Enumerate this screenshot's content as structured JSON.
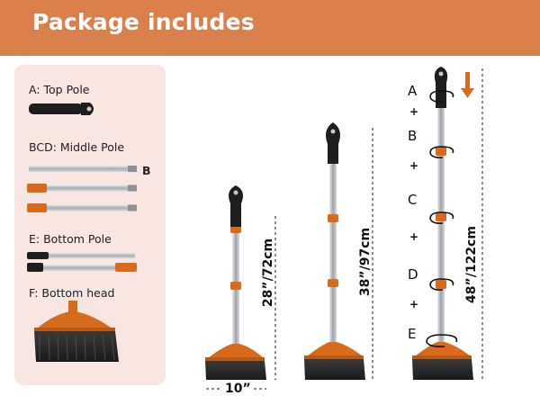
{
  "header": {
    "title": "Package includes"
  },
  "parts": [
    {
      "id": "A",
      "label": "A: Top Pole"
    },
    {
      "id": "BCD",
      "label": "BCD: Middle Pole",
      "callout": "B"
    },
    {
      "id": "E",
      "label": "E: Bottom Pole"
    },
    {
      "id": "F",
      "label": "F: Bottom head"
    }
  ],
  "dimensions": {
    "short_height": "28”/72cm",
    "mid_height": "38”/97cm",
    "tall_height": "48”/122cm",
    "head_width": "10”"
  },
  "assembly_letters": [
    "A",
    "B",
    "C",
    "D",
    "E"
  ],
  "plus_sign": "+",
  "colors": {
    "banner": "#d9804b",
    "accent_orange": "#d76a1b",
    "panel_bg": "#f8e6e2",
    "pole_metal": "#b9bcc2",
    "black": "#1e1e1e"
  }
}
